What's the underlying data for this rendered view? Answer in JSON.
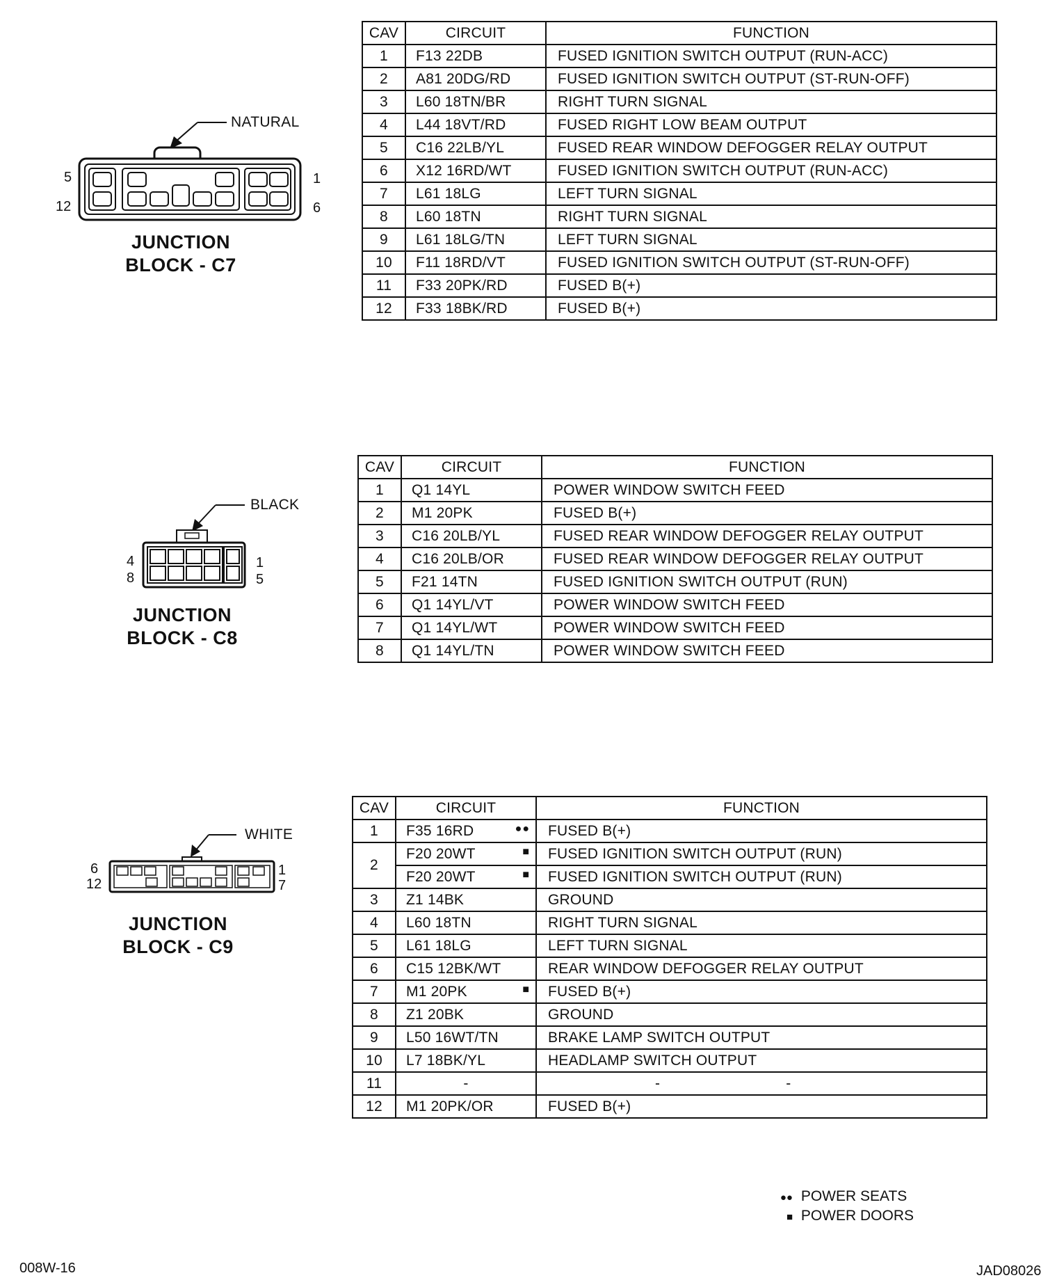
{
  "legend": {
    "items": [
      {
        "symbol": "●●",
        "label": "POWER SEATS"
      },
      {
        "symbol": "■",
        "label": "POWER DOORS"
      }
    ]
  },
  "footer": {
    "left_code": "008W-16",
    "right_code": "JAD08026"
  },
  "blocks": [
    {
      "connector_color": "NATURAL",
      "title_line1": "JUNCTION",
      "title_line2": "BLOCK - C7",
      "pins": {
        "top_left": "5",
        "bottom_left": "12",
        "top_right": "1",
        "bottom_right": "6"
      },
      "headers": {
        "cav": "CAV",
        "circuit": "CIRCUIT",
        "function": "FUNCTION"
      },
      "rows": [
        {
          "cav": "1",
          "circuit": "F13 22DB",
          "marker": "",
          "function": "FUSED IGNITION SWITCH OUTPUT (RUN-ACC)"
        },
        {
          "cav": "2",
          "circuit": "A81 20DG/RD",
          "marker": "",
          "function": "FUSED IGNITION SWITCH OUTPUT (ST-RUN-OFF)"
        },
        {
          "cav": "3",
          "circuit": "L60 18TN/BR",
          "marker": "",
          "function": "RIGHT TURN SIGNAL"
        },
        {
          "cav": "4",
          "circuit": "L44 18VT/RD",
          "marker": "",
          "function": "FUSED RIGHT LOW BEAM OUTPUT"
        },
        {
          "cav": "5",
          "circuit": "C16 22LB/YL",
          "marker": "",
          "function": "FUSED REAR WINDOW DEFOGGER RELAY OUTPUT"
        },
        {
          "cav": "6",
          "circuit": "X12 16RD/WT",
          "marker": "",
          "function": "FUSED IGNITION SWITCH OUTPUT (RUN-ACC)"
        },
        {
          "cav": "7",
          "circuit": "L61 18LG",
          "marker": "",
          "function": "LEFT TURN SIGNAL"
        },
        {
          "cav": "8",
          "circuit": "L60 18TN",
          "marker": "",
          "function": "RIGHT TURN SIGNAL"
        },
        {
          "cav": "9",
          "circuit": "L61 18LG/TN",
          "marker": "",
          "function": "LEFT TURN SIGNAL"
        },
        {
          "cav": "10",
          "circuit": "F11 18RD/VT",
          "marker": "",
          "function": "FUSED IGNITION SWITCH OUTPUT (ST-RUN-OFF)"
        },
        {
          "cav": "11",
          "circuit": "F33 20PK/RD",
          "marker": "",
          "function": "FUSED B(+)"
        },
        {
          "cav": "12",
          "circuit": "F33 18BK/RD",
          "marker": "",
          "function": "FUSED B(+)"
        }
      ]
    },
    {
      "connector_color": "BLACK",
      "title_line1": "JUNCTION",
      "title_line2": "BLOCK - C8",
      "pins": {
        "top_left": "4",
        "bottom_left": "8",
        "top_right": "1",
        "bottom_right": "5"
      },
      "headers": {
        "cav": "CAV",
        "circuit": "CIRCUIT",
        "function": "FUNCTION"
      },
      "rows": [
        {
          "cav": "1",
          "circuit": "Q1 14YL",
          "marker": "",
          "function": "POWER WINDOW SWITCH FEED"
        },
        {
          "cav": "2",
          "circuit": "M1 20PK",
          "marker": "",
          "function": "FUSED B(+)"
        },
        {
          "cav": "3",
          "circuit": "C16 20LB/YL",
          "marker": "",
          "function": "FUSED REAR WINDOW DEFOGGER RELAY OUTPUT"
        },
        {
          "cav": "4",
          "circuit": "C16 20LB/OR",
          "marker": "",
          "function": "FUSED REAR WINDOW DEFOGGER RELAY OUTPUT"
        },
        {
          "cav": "5",
          "circuit": "F21 14TN",
          "marker": "",
          "function": "FUSED IGNITION SWITCH OUTPUT (RUN)"
        },
        {
          "cav": "6",
          "circuit": "Q1 14YL/VT",
          "marker": "",
          "function": "POWER WINDOW SWITCH FEED"
        },
        {
          "cav": "7",
          "circuit": "Q1 14YL/WT",
          "marker": "",
          "function": "POWER WINDOW SWITCH FEED"
        },
        {
          "cav": "8",
          "circuit": "Q1 14YL/TN",
          "marker": "",
          "function": "POWER WINDOW SWITCH FEED"
        }
      ]
    },
    {
      "connector_color": "WHITE",
      "title_line1": "JUNCTION",
      "title_line2": "BLOCK - C9",
      "pins": {
        "top_left": "6",
        "bottom_left": "12",
        "top_right": "1",
        "bottom_right": "7"
      },
      "headers": {
        "cav": "CAV",
        "circuit": "CIRCUIT",
        "function": "FUNCTION"
      },
      "rows": [
        {
          "cav": "1",
          "circuit": "F35 16RD",
          "marker": "●●",
          "function": "FUSED B(+)"
        },
        {
          "cav": "2",
          "circuit": "F20 20WT",
          "marker": "■",
          "function": "FUSED IGNITION SWITCH OUTPUT (RUN)"
        },
        {
          "cav": "",
          "circuit": "F20 20WT",
          "marker": "■",
          "function": "FUSED IGNITION SWITCH OUTPUT (RUN)"
        },
        {
          "cav": "3",
          "circuit": "Z1 14BK",
          "marker": "",
          "function": "GROUND"
        },
        {
          "cav": "4",
          "circuit": "L60 18TN",
          "marker": "",
          "function": "RIGHT TURN SIGNAL"
        },
        {
          "cav": "5",
          "circuit": "L61 18LG",
          "marker": "",
          "function": "LEFT TURN SIGNAL"
        },
        {
          "cav": "6",
          "circuit": "C15 12BK/WT",
          "marker": "",
          "function": "REAR WINDOW DEFOGGER RELAY OUTPUT"
        },
        {
          "cav": "7",
          "circuit": "M1 20PK",
          "marker": "■",
          "function": "FUSED B(+)"
        },
        {
          "cav": "8",
          "circuit": "Z1 20BK",
          "marker": "",
          "function": "GROUND"
        },
        {
          "cav": "9",
          "circuit": "L50 16WT/TN",
          "marker": "",
          "function": "BRAKE LAMP SWITCH OUTPUT"
        },
        {
          "cav": "10",
          "circuit": "L7 18BK/YL",
          "marker": "",
          "function": "HEADLAMP SWITCH OUTPUT"
        },
        {
          "cav": "11",
          "circuit": "-",
          "marker": "",
          "function": "-                              -"
        },
        {
          "cav": "12",
          "circuit": "M1 20PK/OR",
          "marker": "",
          "function": "FUSED B(+)"
        }
      ]
    }
  ]
}
